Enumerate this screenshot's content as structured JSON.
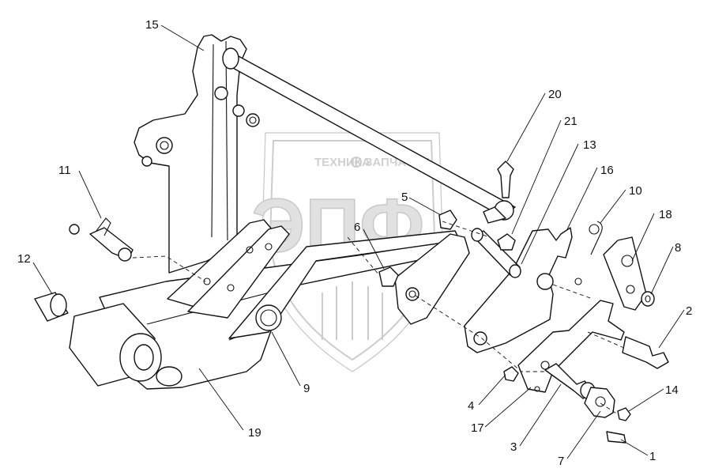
{
  "watermark": {
    "line1": "ТЕХНИКА",
    "line2": "ЗАПЧАСТИ",
    "logo": "ЭПФ",
    "gear_icon": "gear-icon",
    "color": "#c8c8c8"
  },
  "callouts": [
    {
      "id": "c1",
      "label": "1"
    },
    {
      "id": "c2",
      "label": "2"
    },
    {
      "id": "c3",
      "label": "3"
    },
    {
      "id": "c4",
      "label": "4"
    },
    {
      "id": "c5",
      "label": "5"
    },
    {
      "id": "c6",
      "label": "6"
    },
    {
      "id": "c7",
      "label": "7"
    },
    {
      "id": "c8",
      "label": "8"
    },
    {
      "id": "c9",
      "label": "9"
    },
    {
      "id": "c10",
      "label": "10"
    },
    {
      "id": "c11",
      "label": "11"
    },
    {
      "id": "c12",
      "label": "12"
    },
    {
      "id": "c13",
      "label": "13"
    },
    {
      "id": "c14",
      "label": "14"
    },
    {
      "id": "c15",
      "label": "15"
    },
    {
      "id": "c16",
      "label": "16"
    },
    {
      "id": "c17",
      "label": "17"
    },
    {
      "id": "c18",
      "label": "18"
    },
    {
      "id": "c19",
      "label": "19"
    },
    {
      "id": "c20",
      "label": "20"
    },
    {
      "id": "c21",
      "label": "21"
    }
  ]
}
